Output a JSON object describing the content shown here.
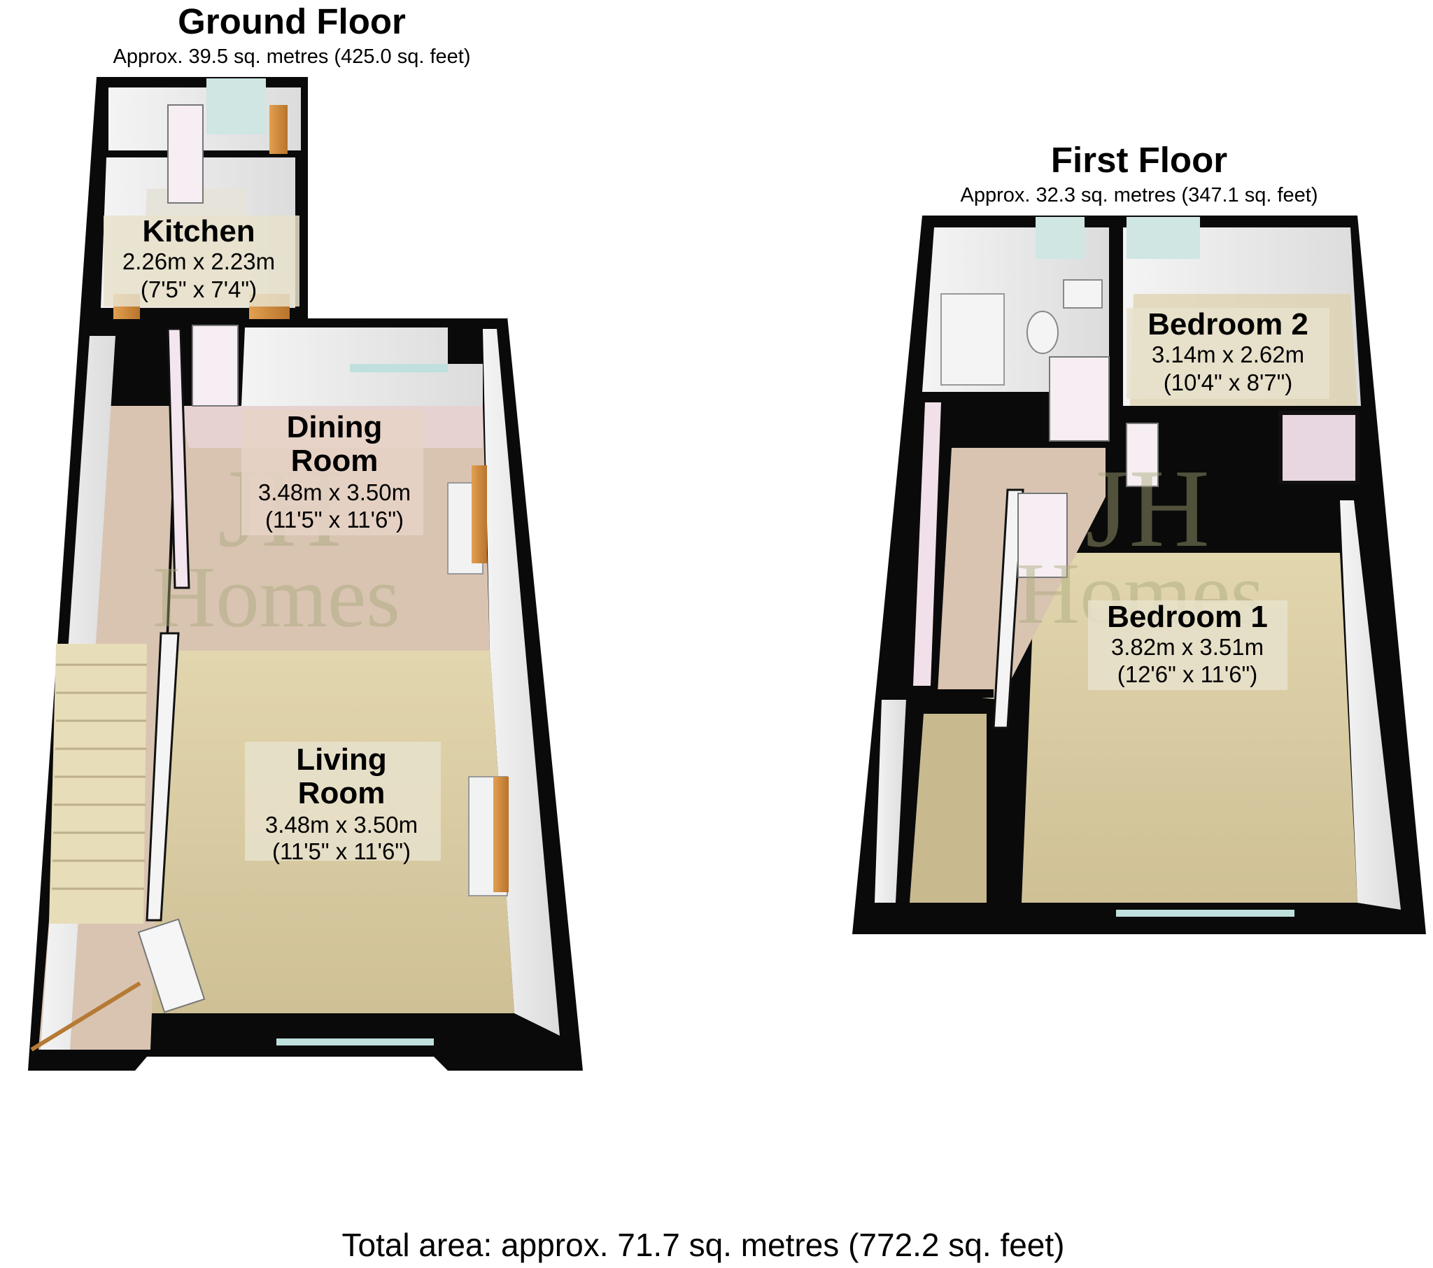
{
  "ground_floor": {
    "title": "Ground Floor",
    "area": "Approx. 39.5 sq. metres (425.0 sq. feet)",
    "rooms": [
      {
        "name": "Kitchen",
        "dim_m": "2.26m x 2.23m",
        "dim_ft": "(7'5\" x 7'4\")"
      },
      {
        "name_line1": "Dining",
        "name_line2": "Room",
        "dim_m": "3.48m x 3.50m",
        "dim_ft": "(11'5\" x 11'6\")"
      },
      {
        "name_line1": "Living",
        "name_line2": "Room",
        "dim_m": "3.48m x 3.50m",
        "dim_ft": "(11'5\" x 11'6\")"
      }
    ]
  },
  "first_floor": {
    "title": "First Floor",
    "area": "Approx. 32.3 sq. metres (347.1 sq. feet)",
    "rooms": [
      {
        "name": "Bedroom 2",
        "dim_m": "3.14m x 2.62m",
        "dim_ft": "(10'4\" x 8'7\")"
      },
      {
        "name": "Bedroom 1",
        "dim_m": "3.82m x 3.51m",
        "dim_ft": "(12'6\" x 11'6\")"
      }
    ]
  },
  "watermark": {
    "line1": "JH",
    "line2": "Homes"
  },
  "total_area": "Total area: approx. 71.7 sq. metres (772.2 sq. feet)",
  "colors": {
    "wall": "#0a0a0a",
    "carpet": "#d8cba0",
    "pink_wall": "#f3e2ec",
    "wood": "#d08a3a"
  }
}
